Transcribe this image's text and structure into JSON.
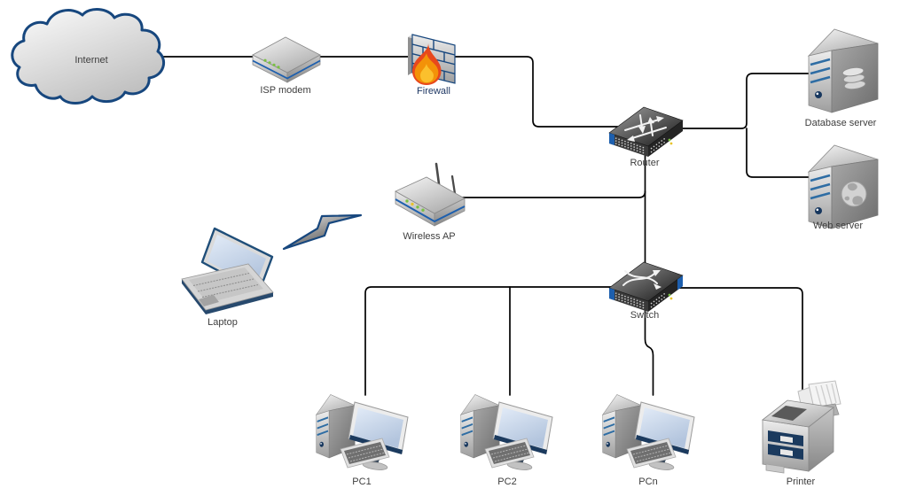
{
  "diagram": {
    "type": "network-topology",
    "nodes": {
      "internet": {
        "label": "Internet",
        "device": "cloud"
      },
      "isp_modem": {
        "label": "ISP modem",
        "device": "modem"
      },
      "firewall": {
        "label": "Firewall",
        "device": "firewall"
      },
      "router": {
        "label": "Router",
        "device": "router"
      },
      "database_server": {
        "label": "Database server",
        "device": "server-database"
      },
      "web_server": {
        "label": "Web server",
        "device": "server-web"
      },
      "wireless_ap": {
        "label": "Wireless AP",
        "device": "wireless-access-point"
      },
      "laptop": {
        "label": "Laptop",
        "device": "laptop"
      },
      "switch": {
        "label": "Switch",
        "device": "switch"
      },
      "pc1": {
        "label": "PC1",
        "device": "desktop-pc"
      },
      "pc2": {
        "label": "PC2",
        "device": "desktop-pc"
      },
      "pcn": {
        "label": "PCn",
        "device": "desktop-pc"
      },
      "printer": {
        "label": "Printer",
        "device": "printer"
      }
    },
    "connections": [
      {
        "from": "internet",
        "to": "isp_modem",
        "type": "wired"
      },
      {
        "from": "isp_modem",
        "to": "firewall",
        "type": "wired"
      },
      {
        "from": "firewall",
        "to": "router",
        "type": "wired"
      },
      {
        "from": "router",
        "to": "database_server",
        "type": "wired"
      },
      {
        "from": "router",
        "to": "web_server",
        "type": "wired"
      },
      {
        "from": "router",
        "to": "switch",
        "type": "wired"
      },
      {
        "from": "wireless_ap",
        "to": "router",
        "type": "wired"
      },
      {
        "from": "laptop",
        "to": "wireless_ap",
        "type": "wireless"
      },
      {
        "from": "switch",
        "to": "pc1",
        "type": "wired"
      },
      {
        "from": "switch",
        "to": "pc2",
        "type": "wired"
      },
      {
        "from": "switch",
        "to": "pcn",
        "type": "wired"
      },
      {
        "from": "switch",
        "to": "printer",
        "type": "wired"
      }
    ],
    "colors": {
      "background": "#ffffff",
      "connector": "#000000",
      "label": "#3d3d3d",
      "firewall_label": "#1f3864",
      "navy_outline": "#17477e",
      "device_blue_stripe": "#1d5fae",
      "server_stripe_blue": "#2e6da4",
      "led_green": "#7ac143",
      "led_yellow": "#e8c32a",
      "flame_red": "#e8481c",
      "flame_orange": "#f39208",
      "flame_yellow": "#fbc02d",
      "screen_blue": "#c9d7eb"
    }
  }
}
